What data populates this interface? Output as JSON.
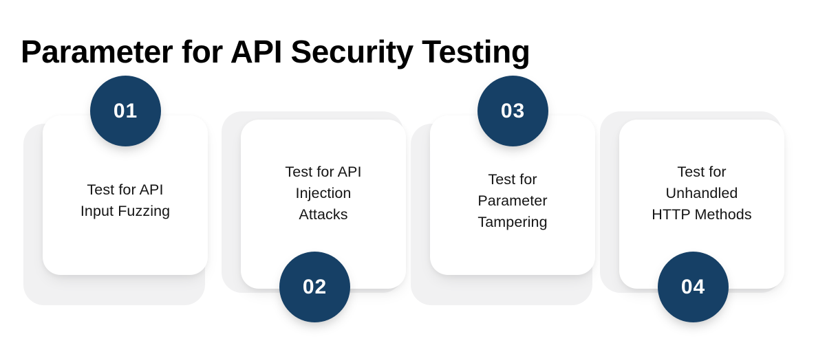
{
  "page": {
    "title": "Parameter for API Security Testing",
    "background_color": "#ffffff",
    "badge_color": "#164066",
    "backplate_color": "#f1f1f2",
    "card_color": "#ffffff",
    "text_color": "#141414"
  },
  "steps": [
    {
      "number": "01",
      "label": "Test for API\nInput Fuzzing",
      "badge_position": "top"
    },
    {
      "number": "02",
      "label": "Test for API\nInjection\nAttacks",
      "badge_position": "bottom"
    },
    {
      "number": "03",
      "label": "Test for\nParameter\nTampering",
      "badge_position": "top"
    },
    {
      "number": "04",
      "label": "Test for\nUnhandled\nHTTP Methods",
      "badge_position": "bottom"
    }
  ]
}
